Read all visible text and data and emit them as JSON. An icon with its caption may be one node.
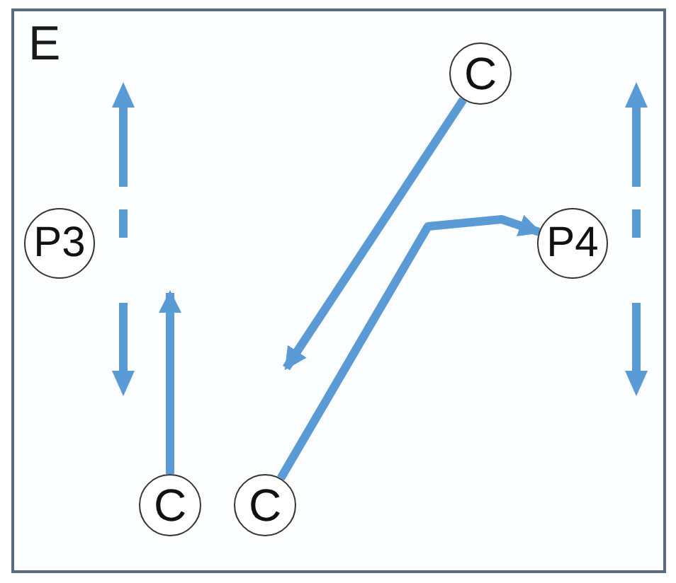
{
  "diagram": {
    "nodes": [
      {
        "text": [
          "E"
        ]
      },
      {
        "text": [
          "C"
        ],
        "in": 0
      },
      {
        "text": [
          "P3"
        ],
        "in": 0
      },
      {
        "text": [
          "P4"
        ],
        "in": 0
      },
      {
        "text": [
          "C"
        ],
        "in": 0
      },
      {
        "text": [
          "C"
        ],
        "in": 0
      }
    ],
    "edges": [
      {
        "from": 4,
        "to": null,
        "arrow": "to"
      },
      {
        "from": 1,
        "to": null,
        "arrow": "to"
      },
      {
        "from": 5,
        "to": 3,
        "arrow": "to"
      }
    ]
  }
}
